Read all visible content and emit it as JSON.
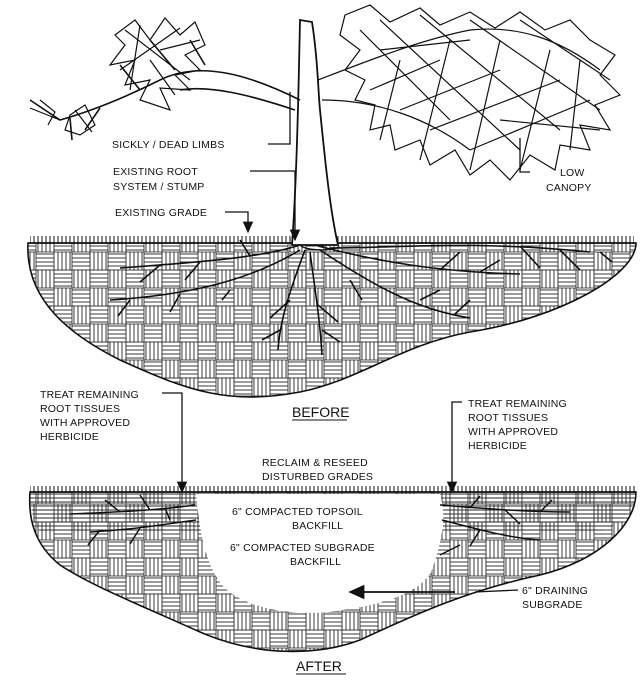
{
  "before": {
    "caption": "BEFORE",
    "labels": {
      "sickly_limbs": "SICKLY / DEAD LIMBS",
      "existing_root_1": "EXISTING ROOT",
      "existing_root_2": "SYSTEM / STUMP",
      "existing_grade": "EXISTING GRADE",
      "low_canopy_1": "LOW",
      "low_canopy_2": "CANOPY"
    }
  },
  "after": {
    "caption": "AFTER",
    "labels": {
      "treat_left_1": "TREAT REMAINING",
      "treat_left_2": "ROOT TISSUES",
      "treat_left_3": "WITH APPROVED",
      "treat_left_4": "HERBICIDE",
      "treat_right_1": "TREAT REMAINING",
      "treat_right_2": "ROOT TISSUES",
      "treat_right_3": "WITH APPROVED",
      "treat_right_4": "HERBICIDE",
      "reclaim_1": "RECLAIM & RESEED",
      "reclaim_2": "DISTURBED GRADES",
      "topsoil_1": "6\" COMPACTED TOPSOIL",
      "topsoil_2": "BACKFILL",
      "subgrade_1": "6\" COMPACTED SUBGRADE",
      "subgrade_2": "BACKFILL",
      "draining_1": "6\" DRAINING",
      "draining_2": "SUBGRADE"
    }
  },
  "colors": {
    "ink": "#111111",
    "paper": "#ffffff"
  }
}
